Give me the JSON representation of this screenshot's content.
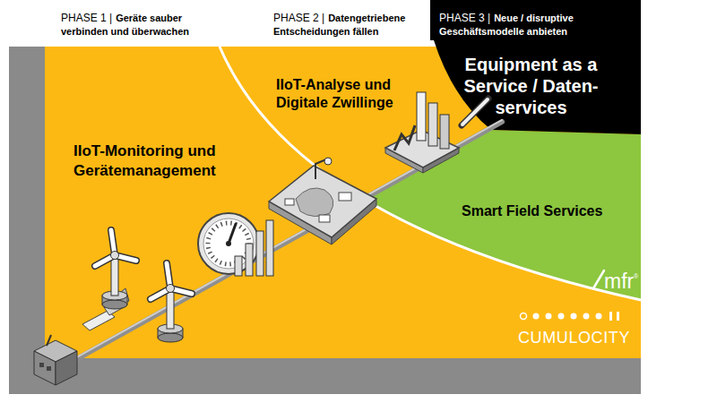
{
  "diagram": {
    "nodes": [
      {
        "text": [
          "PHASE 3 |",
          "Neue / disruptive Geschäftsmodelle anbieten"
        ]
      },
      {
        "text": [
          "IIoT-Monitoring und Gerätemanagement",
          "IIoT-Analyse und Digitale Zwillinge"
        ]
      },
      {
        "text": [
          "Equipment as a Service / Daten-services"
        ]
      },
      {
        "text": [
          "Smart Field Services"
        ],
        "in": 1
      }
    ],
    "labels": [
      "PHASE 1 |",
      "Geräte sauber verbinden und überwachen",
      "PHASE 2 |",
      "Datengetriebene Entscheidungen fällen",
      "mfr",
      "®",
      "CUMULOCITY"
    ]
  }
}
